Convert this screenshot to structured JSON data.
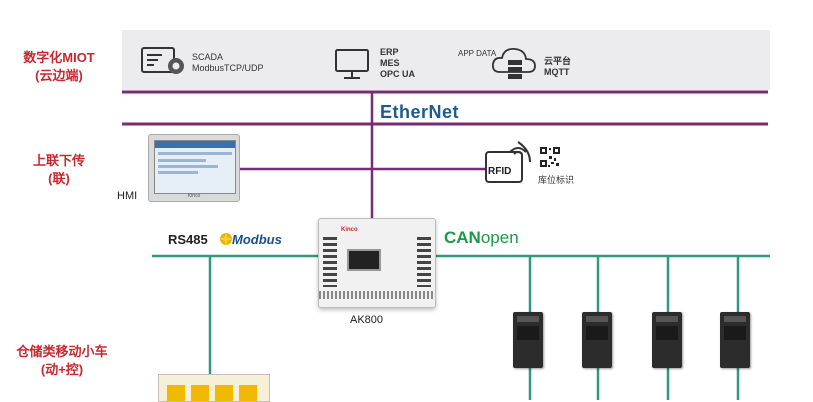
{
  "levels": {
    "cloud_edge": [
      "数字化MIOT",
      "(云边端)"
    ],
    "uplink": [
      "上联下传",
      "(联)"
    ],
    "agv": [
      "仓储类移动小车",
      "(动+控)"
    ]
  },
  "top_panel": {
    "scada_lines": [
      "SCADA",
      "ModbusTCP/UDP"
    ],
    "erp_lines": [
      "ERP",
      "MES",
      "OPC UA"
    ],
    "app_data": "APP DATA",
    "cloud_lines": [
      "云平台",
      "MQTT"
    ]
  },
  "ethernet_label": "EtherNet",
  "hmi_label": "HMI",
  "hmi_brand": "Kinco",
  "rfid_label": "RFID",
  "rfid_caption": "库位标识",
  "rs485_label": "RS485",
  "modbus_label": "Modbus",
  "canopen_label": [
    "CAN",
    "open"
  ],
  "plc_brand": "Kinco",
  "plc_name": "AK800",
  "colors": {
    "purple_line": "#7b2a78",
    "green_line": "#2f9a7a",
    "category_red": "#c8282f",
    "panel_gray": "#ececef",
    "ethernet_blue": "#1f5a8c",
    "canopen_green": "#1a9a4a",
    "modbus_yellow": "#e8b400"
  }
}
